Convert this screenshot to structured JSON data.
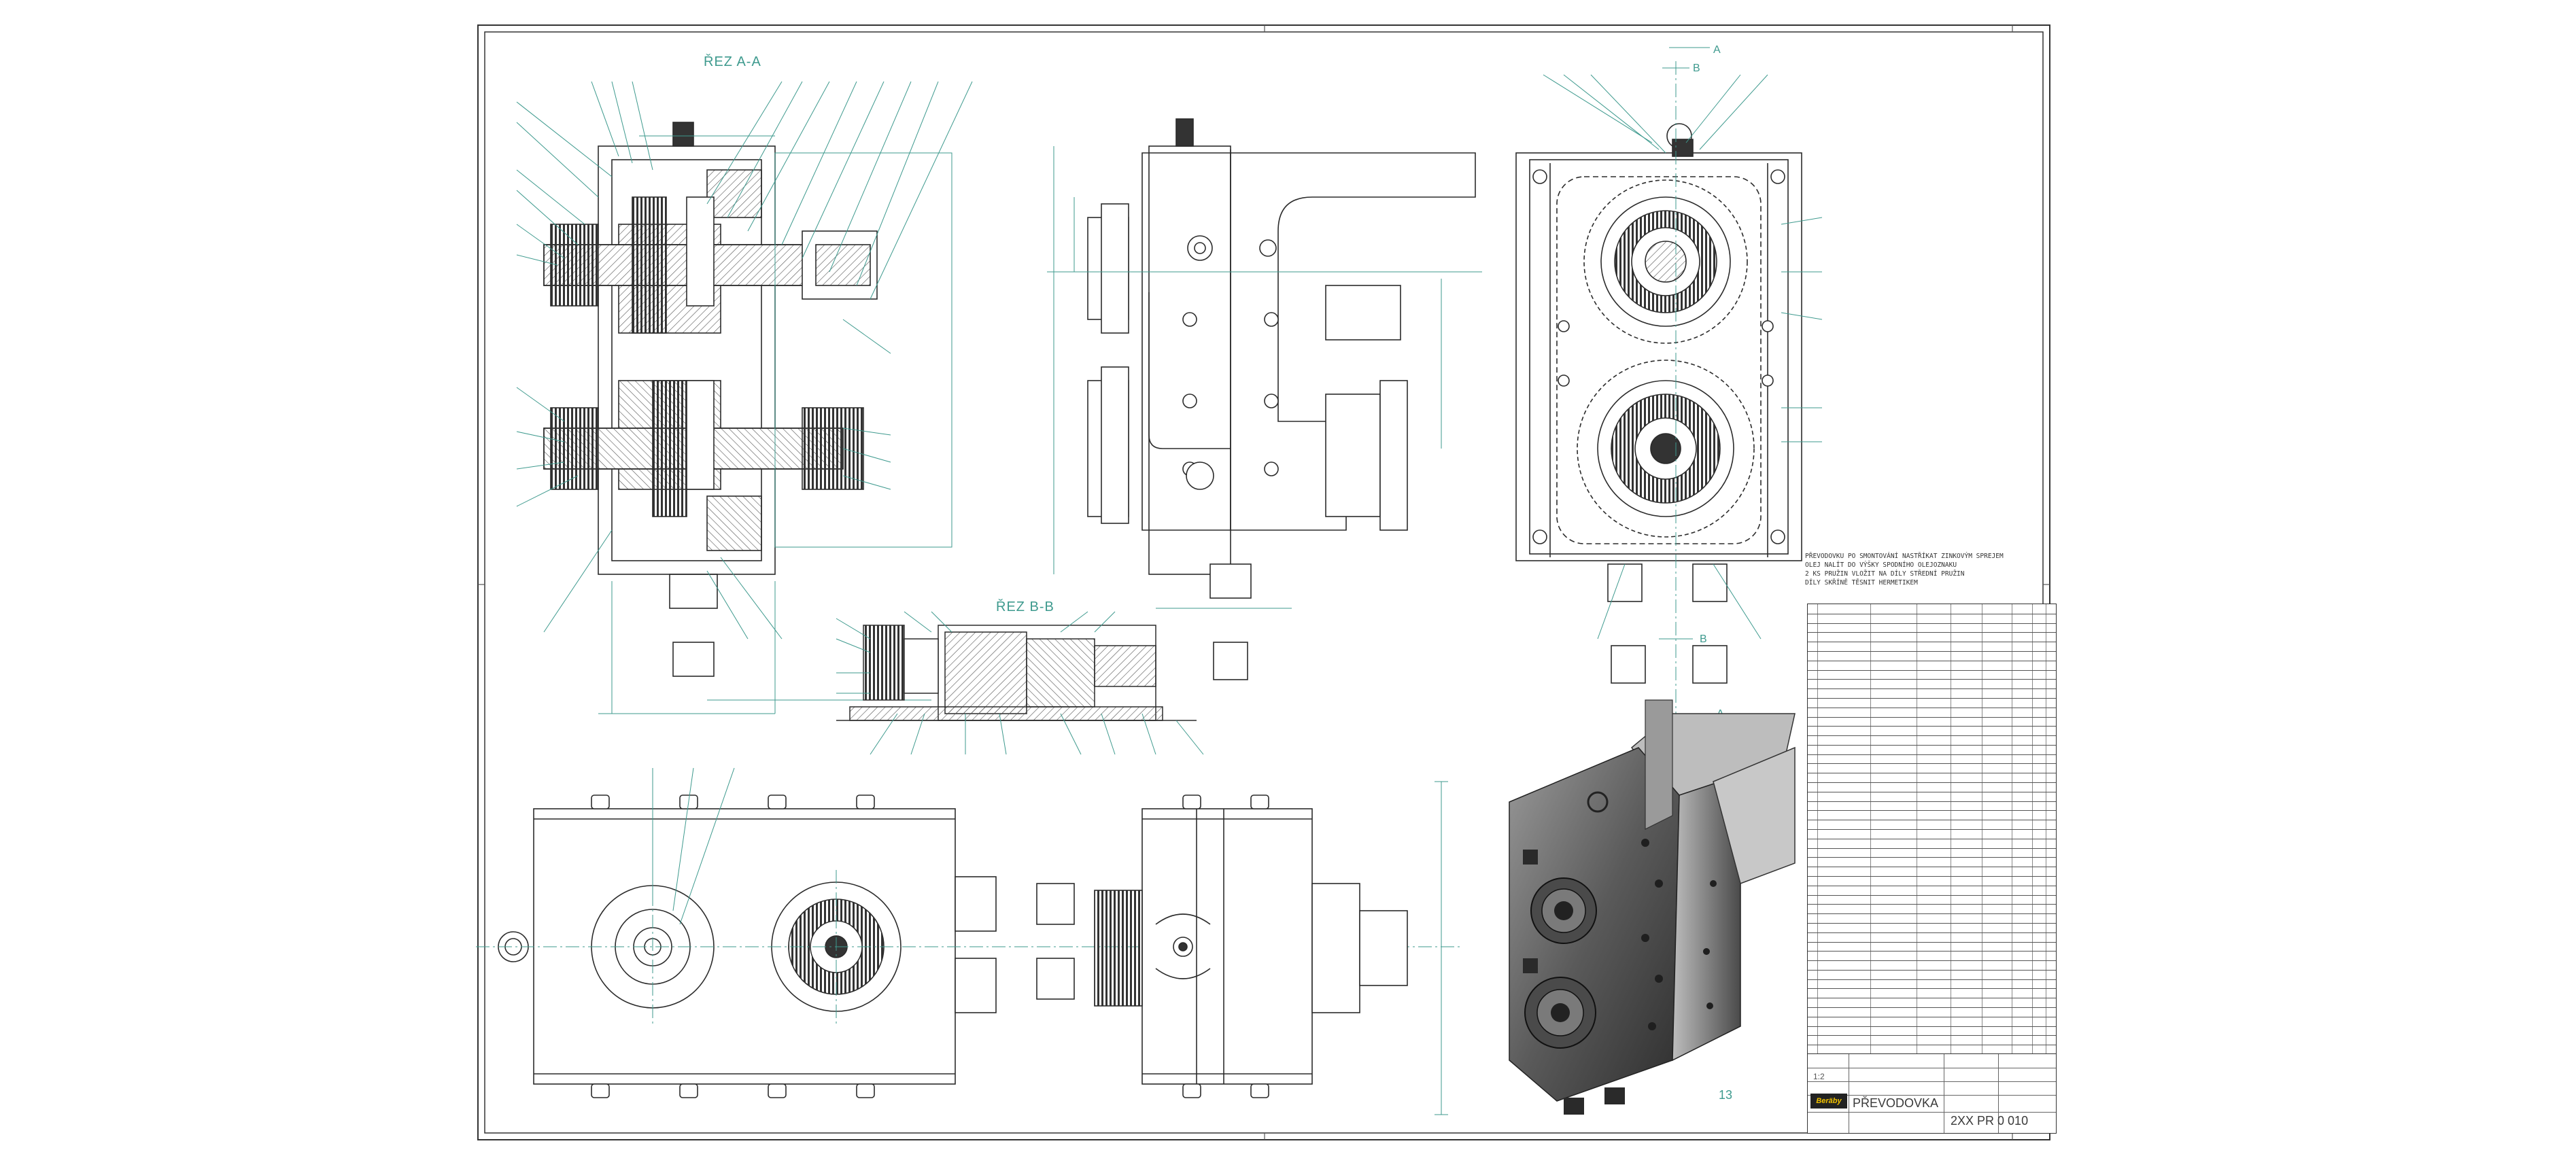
{
  "drawing": {
    "section_aa_label": "ŘEZ A-A",
    "section_bb_label": "ŘEZ B-B",
    "section_marker_a": "A",
    "section_marker_b": "B",
    "sheet_number": "13",
    "notes": [
      "PŘEVODOVKU PO SMONTOVÁNÍ NASTŘÍKAT ZINKOVÝM SPREJEM",
      "OLEJ NALÍT DO VÝŠKY SPODNÍHO OLEJOZNAKU",
      "2 ks PRUŽIN VLOŽIT NA DÍLY STŘEDNÍ PRUŽIN",
      "DÍLY SKŘÍNĚ TĚSNIT HERMETIKEM"
    ]
  },
  "title_block": {
    "title": "PŘEVODOVKA",
    "drawing_number": "2XX PR 0 010",
    "logo_text": "Beräby",
    "scale": "1:2"
  },
  "colors": {
    "line": "#2b2b2b",
    "dimension": "#3e9a8e",
    "hatch": "#555555",
    "render_dark": "#3b3b3b",
    "render_mid": "#6b6b6b",
    "render_light": "#a8a8a8"
  }
}
